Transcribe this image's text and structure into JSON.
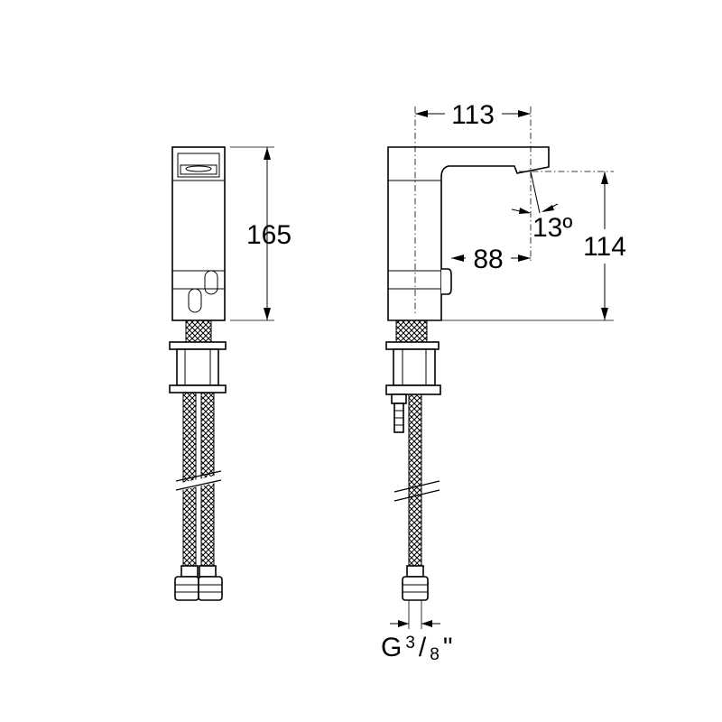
{
  "dimensions": {
    "front_height": "165",
    "spout_reach": "113",
    "sensor_offset": "88",
    "spout_height": "114",
    "spout_angle": "13º",
    "thread": {
      "prefix": "G",
      "numerator": "3",
      "slash": "/",
      "denominator": "8",
      "suffix": "\""
    }
  }
}
